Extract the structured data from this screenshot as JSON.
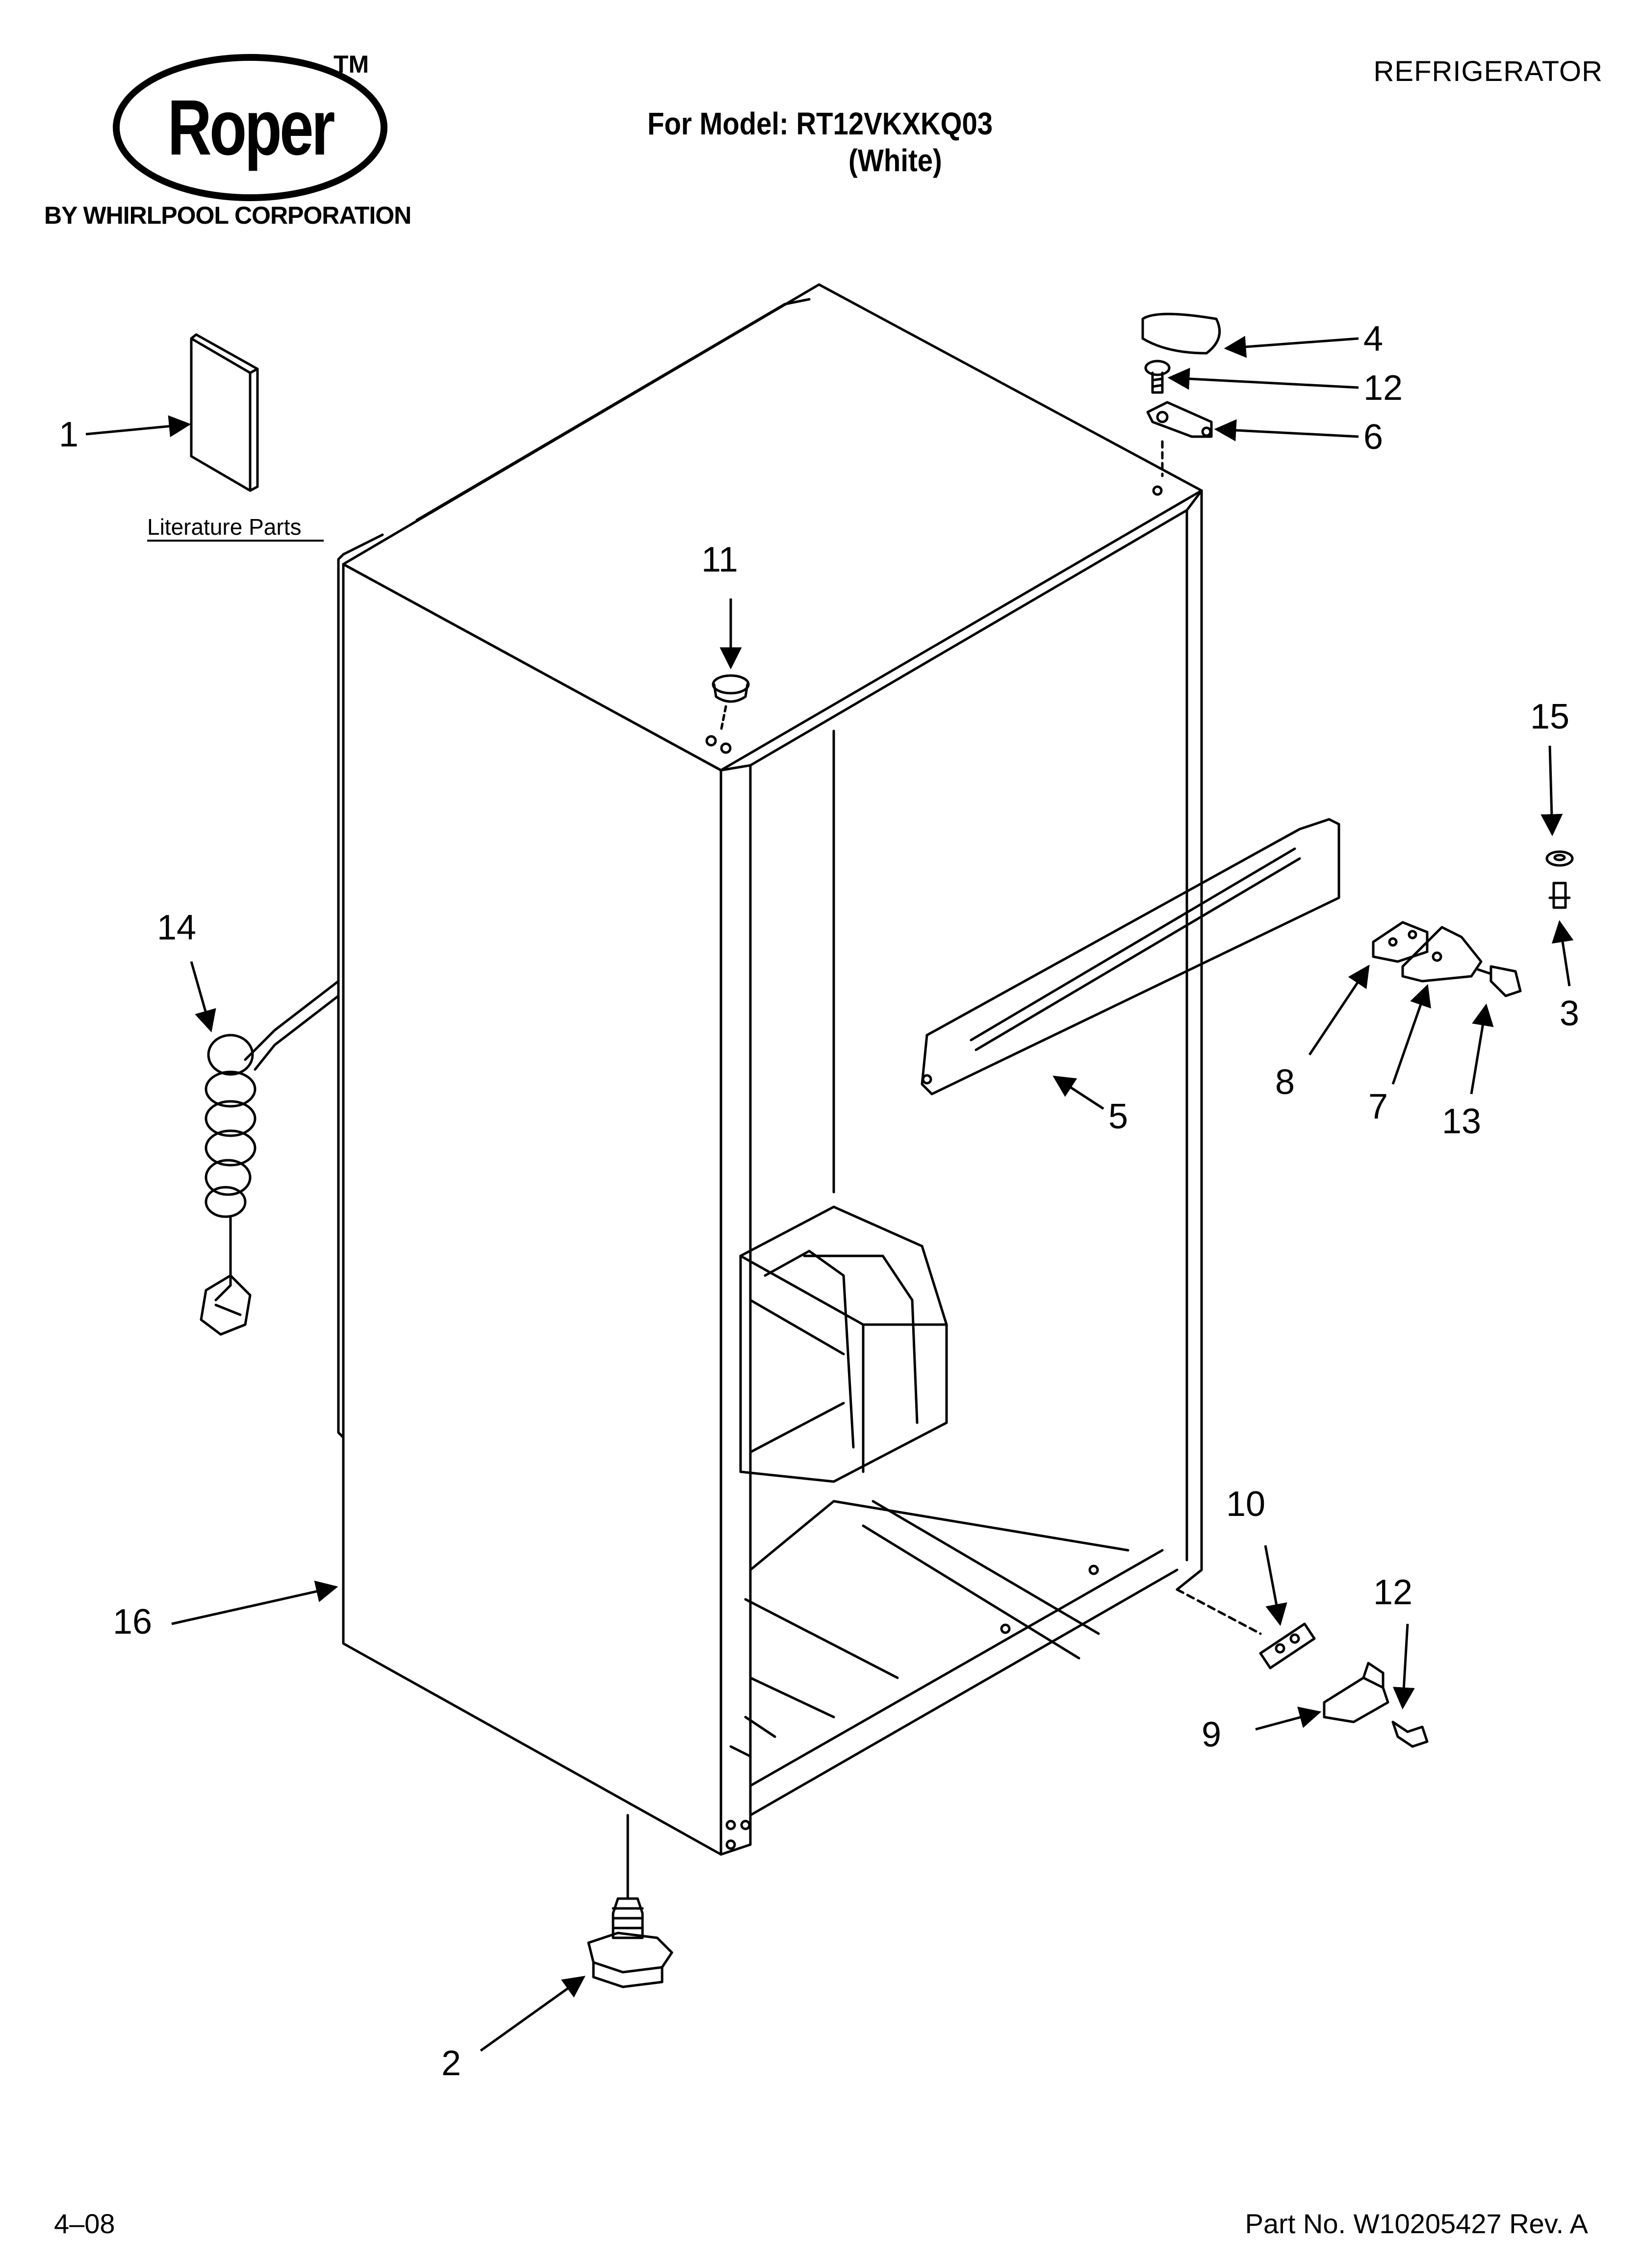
{
  "brand": {
    "logo_word": "Roper",
    "trademark": "TM",
    "subtitle": "BY WHIRLPOOL CORPORATION"
  },
  "document": {
    "category": "REFRIGERATOR",
    "model_line": "For Model: RT12VKXKQ03",
    "model_variant": "(White)"
  },
  "literature_label": "Literature Parts",
  "callouts": {
    "c1": "1",
    "c2": "2",
    "c3": "3",
    "c4": "4",
    "c5": "5",
    "c6": "6",
    "c7": "7",
    "c8": "8",
    "c9": "9",
    "c10": "10",
    "c11": "11",
    "c12a": "12",
    "c12b": "12",
    "c13": "13",
    "c14": "14",
    "c15": "15",
    "c16": "16"
  },
  "footer": {
    "date": "4–08",
    "part_number": "Part No. W10205427 Rev. A"
  }
}
